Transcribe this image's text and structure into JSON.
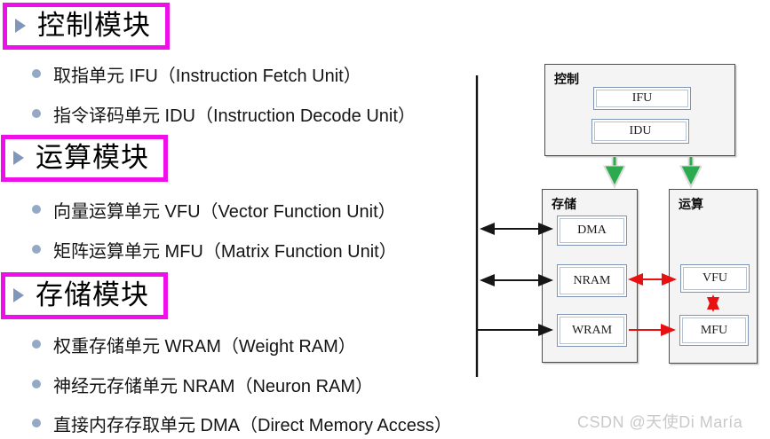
{
  "sections": [
    {
      "title": "控制模块",
      "items": [
        "取指单元 IFU（Instruction Fetch Unit）",
        "指令译码单元 IDU（Instruction Decode Unit）"
      ]
    },
    {
      "title": "运算模块",
      "items": [
        "向量运算单元 VFU（Vector Function Unit）",
        "矩阵运算单元 MFU（Matrix Function Unit）"
      ]
    },
    {
      "title": "存储模块",
      "items": [
        "权重存储单元 WRAM（Weight RAM）",
        "神经元存储单元 NRAM（Neuron RAM）",
        "直接内存存取单元 DMA（Direct Memory Access）"
      ]
    }
  ],
  "diagram": {
    "modules": {
      "control": {
        "label": "控制",
        "units": {
          "ifu": "IFU",
          "idu": "IDU"
        }
      },
      "storage": {
        "label": "存储",
        "units": {
          "dma": "DMA",
          "nram": "NRAM",
          "wram": "WRAM"
        }
      },
      "compute": {
        "label": "运算",
        "units": {
          "vfu": "VFU",
          "mfu": "MFU"
        }
      }
    },
    "connections": [
      {
        "from": "bus",
        "to": "DMA",
        "color": "black",
        "bidirectional": true
      },
      {
        "from": "bus",
        "to": "NRAM",
        "color": "black",
        "bidirectional": true
      },
      {
        "from": "bus",
        "to": "WRAM",
        "color": "black",
        "bidirectional": false
      },
      {
        "from": "NRAM",
        "to": "VFU",
        "color": "red",
        "bidirectional": true
      },
      {
        "from": "WRAM",
        "to": "MFU",
        "color": "red",
        "bidirectional": false
      },
      {
        "from": "VFU",
        "to": "MFU",
        "color": "red",
        "bidirectional": true
      },
      {
        "from": "控制",
        "to": "存储",
        "color": "green",
        "bidirectional": false
      },
      {
        "from": "控制",
        "to": "运算",
        "color": "green",
        "bidirectional": false
      }
    ]
  },
  "watermark": "CSDN @天使Di María",
  "colors": {
    "highlight_border": "#ee10e8",
    "section_pointer": "#8096ba",
    "bullet_dot": "#94a9c6",
    "module_fill": "#f4f4f4",
    "unit_border": "#7d94b5",
    "arrow_black": "#161616",
    "arrow_red": "#e81111",
    "arrow_green": "#2cab4e"
  }
}
